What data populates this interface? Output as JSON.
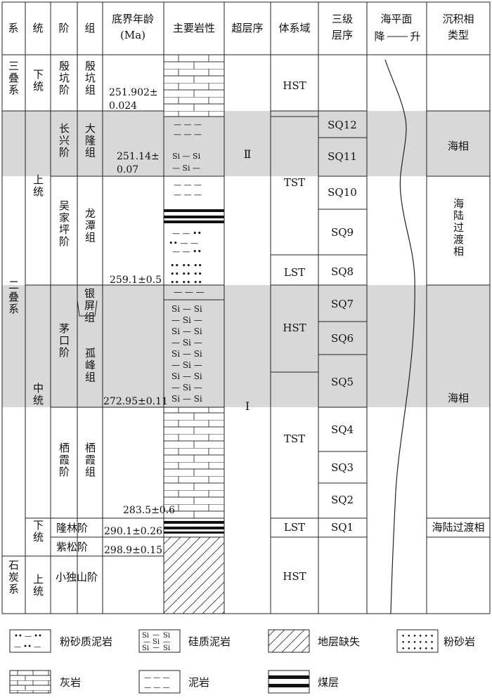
{
  "headers": {
    "system": "系",
    "series": "统",
    "stage": "阶",
    "formation": "组",
    "age_line1": "底界年龄",
    "age_line2": "(Ma)",
    "lithology": "主要岩性",
    "supersequence": "超层序",
    "systems_tract": "体系域",
    "sequence_line1": "三级",
    "sequence_line2": "层序",
    "sealevel_line1": "海平面",
    "sealevel_fall": "降",
    "sealevel_rise": "升",
    "facies_line1": "沉积相",
    "facies_line2": "类型"
  },
  "systems": {
    "triassic": "三叠系",
    "permian": "二叠系",
    "carboniferous": "石炭系"
  },
  "series": {
    "tri_lower": "下统",
    "perm_upper": "上统",
    "perm_middle": "中统",
    "perm_lower": "下统",
    "carb_upper": "上统"
  },
  "stages": {
    "yinkeng": "殷坑阶",
    "changxing": "长兴阶",
    "wujiaping": "吴家坪阶",
    "maokou": "茅口阶",
    "qixia": "栖霞阶",
    "longlin": "隆林阶",
    "zisong": "紫松阶",
    "xiaodushan": "小独山阶"
  },
  "formations": {
    "yinkeng": "殷坑组",
    "dalong": "大隆组",
    "longtan": "龙潭组",
    "yinping": "银屏组",
    "gufeng": "孤峰组",
    "qixia": "栖霞组"
  },
  "ages": {
    "a1_line1": "251.902±",
    "a1_line2": "0.024",
    "a2_line1": "251.14±",
    "a2_line2": "0.07",
    "a3": "259.1±0.5",
    "a4": "272.95±0.11",
    "a5": "283.5±0.6",
    "a6": "290.1±0.26",
    "a7": "298.9±0.15"
  },
  "supersequences": {
    "ii": "Ⅱ",
    "i": "Ⅰ"
  },
  "systems_tracts": [
    "HST",
    "TST",
    "LST",
    "HST",
    "TST",
    "LST",
    "HST"
  ],
  "sequences": [
    "SQ12",
    "SQ11",
    "SQ10",
    "SQ9",
    "SQ8",
    "SQ7",
    "SQ6",
    "SQ5",
    "SQ4",
    "SQ3",
    "SQ2",
    "SQ1"
  ],
  "facies": {
    "marine1": "海相",
    "transition1_chars": "海陆过渡相",
    "marine2": "海相",
    "transition2": "海陆过渡相"
  },
  "legend": {
    "silty_mudstone": "粉砂质泥岩",
    "siliceous_mudstone": "硅质泥岩",
    "hiatus": "地层缺失",
    "siltstone": "粉砂岩",
    "limestone": "灰岩",
    "mudstone": "泥岩",
    "coal": "煤层",
    "si_symbol": "Si"
  },
  "colors": {
    "band": "#d8d8d8",
    "line": "#222222"
  }
}
